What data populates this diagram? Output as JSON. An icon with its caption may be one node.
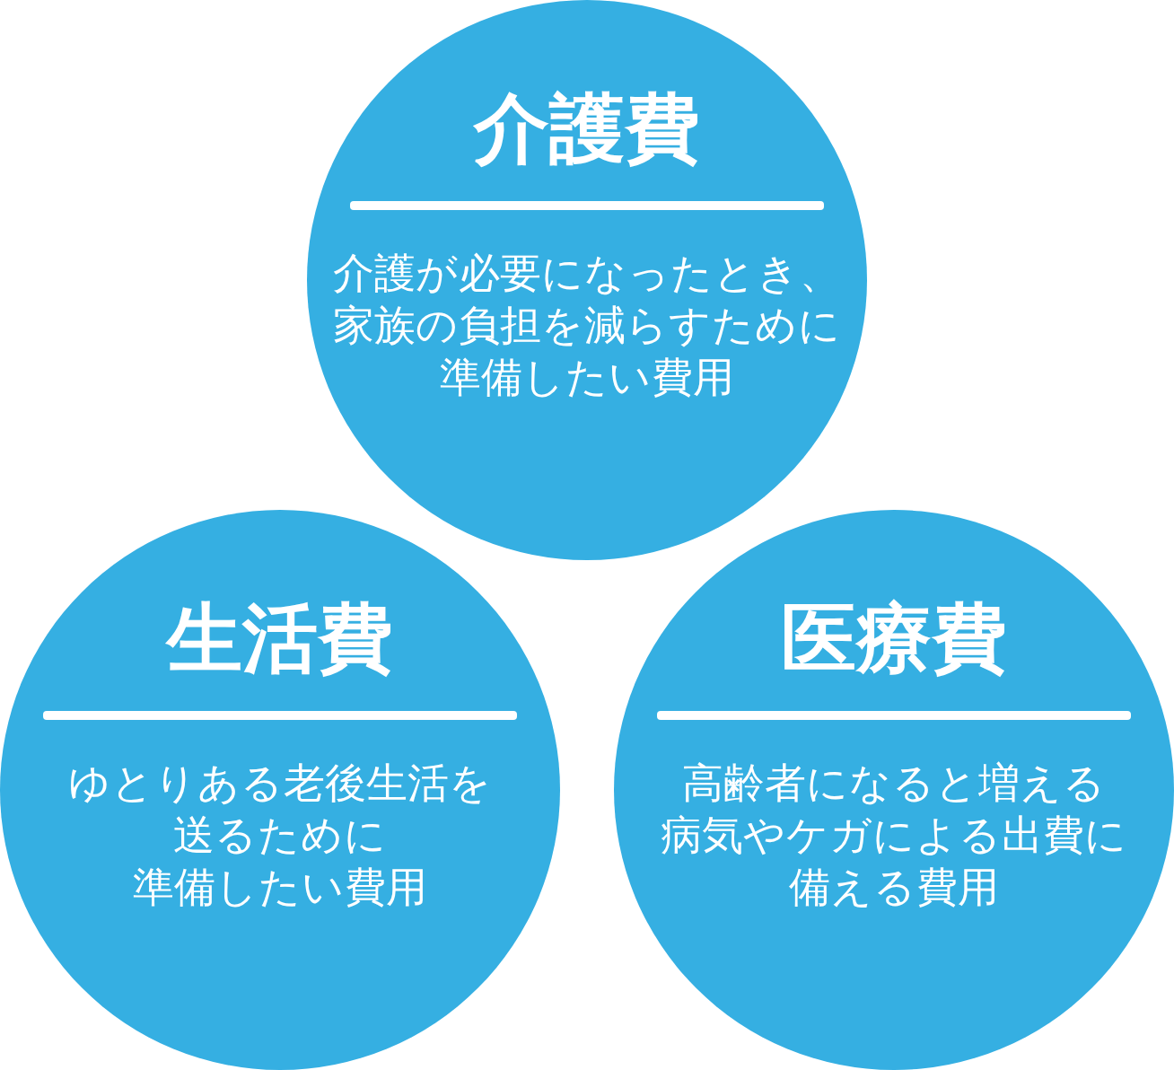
{
  "diagram": {
    "nodes": [
      {
        "text": [
          "介護費",
          "介護が必要になったとき、家族の負担を減らすために準備したい費用"
        ]
      },
      {
        "text": [
          "生活費",
          "ゆとりある老後生活を送るために準備したい費用"
        ]
      },
      {
        "text": [
          "医療費",
          "高齢者になると増える病気やケガによる出費に備える費用"
        ]
      }
    ]
  }
}
